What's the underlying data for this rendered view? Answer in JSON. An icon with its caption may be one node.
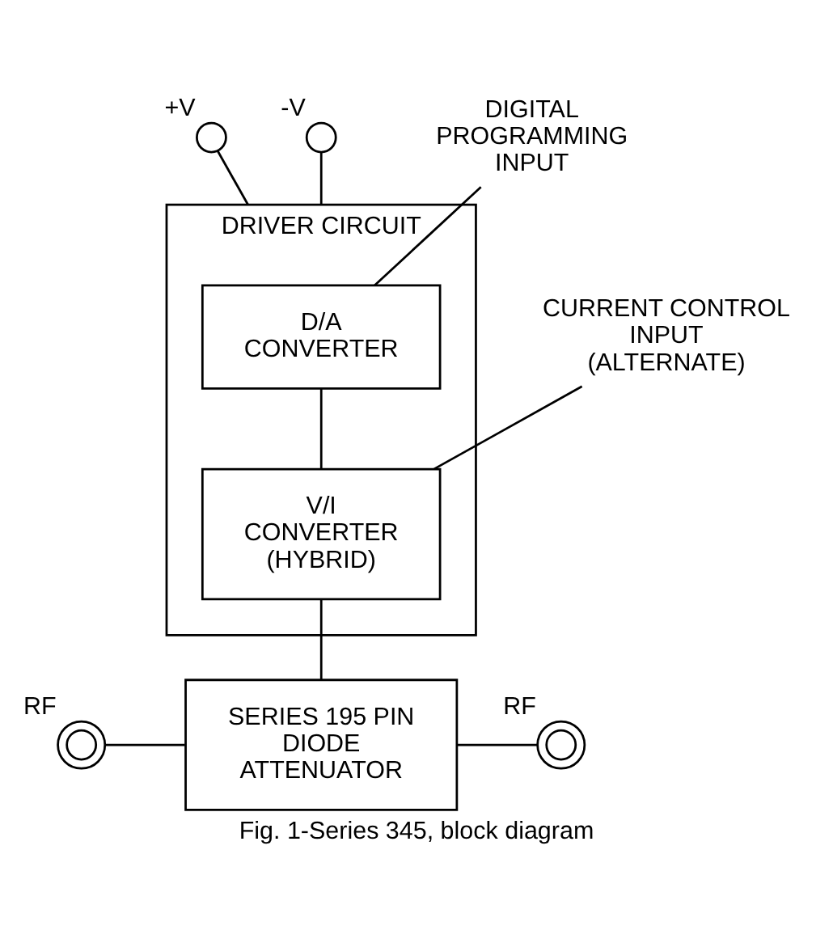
{
  "diagram": {
    "caption": "Fig. 1-Series 345, block diagram",
    "nodes": [
      {
        "text": [],
        "shape": "circle",
        "beside": [
          "+V"
        ]
      },
      {
        "text": [],
        "shape": "circle",
        "beside": [
          "-V"
        ]
      },
      {
        "text": [
          "DRIVER CIRCUIT"
        ]
      },
      {
        "text": [
          "D/A CONVERTER"
        ],
        "in": 2
      },
      {
        "text": [
          "V/I CONVERTER (HYBRID)"
        ],
        "in": 2
      },
      {
        "text": [
          "SERIES 195 PIN DIODE ATTENUATOR"
        ]
      },
      {
        "text": [],
        "shape": "circle",
        "beside": [
          "RF"
        ]
      },
      {
        "text": [],
        "shape": "circle",
        "beside": [
          "RF"
        ]
      },
      {
        "text": [
          "DIGITAL PROGRAMMING INPUT"
        ]
      },
      {
        "text": [
          "CURRENT CONTROL INPUT (ALTERNATE)"
        ]
      }
    ],
    "edges": [
      {
        "from": 0,
        "to": 2,
        "arrow": "none"
      },
      {
        "from": 1,
        "to": 2,
        "arrow": "none"
      },
      {
        "from": 8,
        "to": 3,
        "arrow": "none"
      },
      {
        "from": 3,
        "to": 4,
        "arrow": "none"
      },
      {
        "from": 9,
        "to": 4,
        "arrow": "none"
      },
      {
        "from": 4,
        "to": 5,
        "arrow": "none"
      },
      {
        "from": 6,
        "to": 5,
        "arrow": "none"
      },
      {
        "from": 5,
        "to": 7,
        "arrow": "none"
      }
    ]
  }
}
